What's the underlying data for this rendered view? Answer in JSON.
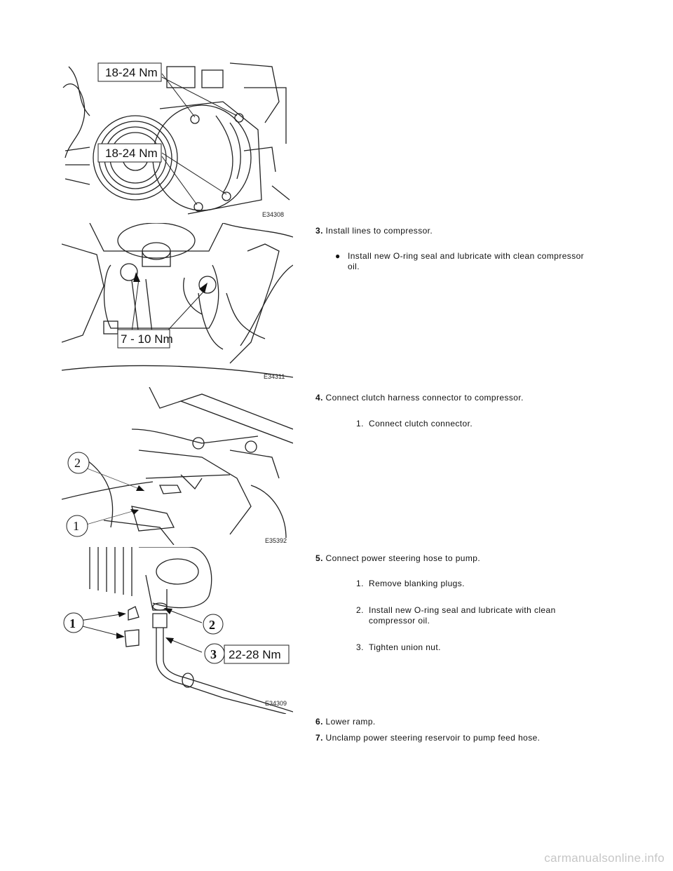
{
  "figures": [
    {
      "code": "E34308",
      "callouts": [
        "18-24 Nm",
        "18-24 Nm"
      ]
    },
    {
      "code": "E34311",
      "callouts": [
        "7 - 10 Nm"
      ]
    },
    {
      "code": "E35392",
      "callouts": [
        "2",
        "1"
      ]
    },
    {
      "code": "E34309",
      "callouts": [
        "1",
        "2",
        "3",
        "22-28 Nm"
      ]
    }
  ],
  "steps": [
    {
      "num": "3.",
      "text": "Install lines to compressor.",
      "bullets": [
        "Install new O-ring seal and lubricate with clean compressor oil."
      ]
    },
    {
      "num": "4.",
      "text": "Connect clutch harness connector to compressor.",
      "subs": [
        {
          "num": "1.",
          "text": "Connect clutch connector."
        }
      ]
    },
    {
      "num": "5.",
      "text": "Connect power steering hose to pump.",
      "subs": [
        {
          "num": "1.",
          "text": "Remove blanking plugs."
        },
        {
          "num": "2.",
          "text": "Install new O-ring seal and lubricate with clean compressor oil."
        },
        {
          "num": "3.",
          "text": "Tighten union nut."
        }
      ]
    },
    {
      "num": "6.",
      "text": "Lower ramp."
    },
    {
      "num": "7.",
      "text": "Unclamp power steering reservoir to pump feed hose."
    }
  ],
  "bullet_symbol": "●",
  "watermark": "carmanualsonline.info"
}
